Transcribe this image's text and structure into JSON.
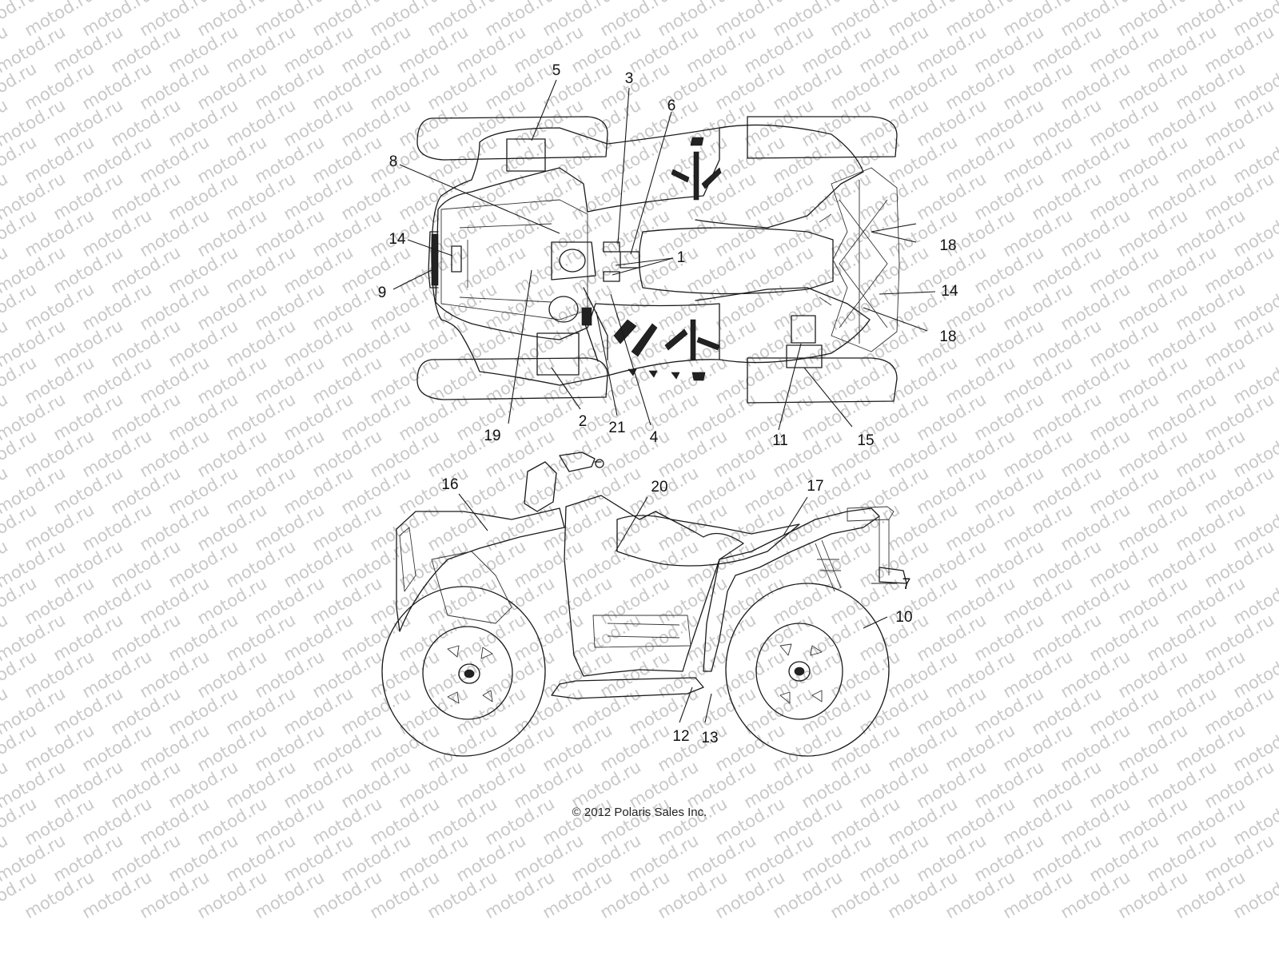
{
  "watermark": {
    "text": "motod.ru"
  },
  "callouts": [
    {
      "id": "c1",
      "label": "1"
    },
    {
      "id": "c2",
      "label": "2"
    },
    {
      "id": "c3",
      "label": "3"
    },
    {
      "id": "c4",
      "label": "4"
    },
    {
      "id": "c5",
      "label": "5"
    },
    {
      "id": "c6",
      "label": "6"
    },
    {
      "id": "c7",
      "label": "7"
    },
    {
      "id": "c8",
      "label": "8"
    },
    {
      "id": "c9",
      "label": "9"
    },
    {
      "id": "c10",
      "label": "10"
    },
    {
      "id": "c11",
      "label": "11"
    },
    {
      "id": "c12",
      "label": "12"
    },
    {
      "id": "c13",
      "label": "13"
    },
    {
      "id": "c14a",
      "label": "14"
    },
    {
      "id": "c14b",
      "label": "14"
    },
    {
      "id": "c15",
      "label": "15"
    },
    {
      "id": "c16",
      "label": "16"
    },
    {
      "id": "c17",
      "label": "17"
    },
    {
      "id": "c18a",
      "label": "18"
    },
    {
      "id": "c18b",
      "label": "18"
    },
    {
      "id": "c19",
      "label": "19"
    },
    {
      "id": "c20",
      "label": "20"
    },
    {
      "id": "c21",
      "label": "21"
    }
  ],
  "copyright": "© 2012 Polaris Sales Inc."
}
